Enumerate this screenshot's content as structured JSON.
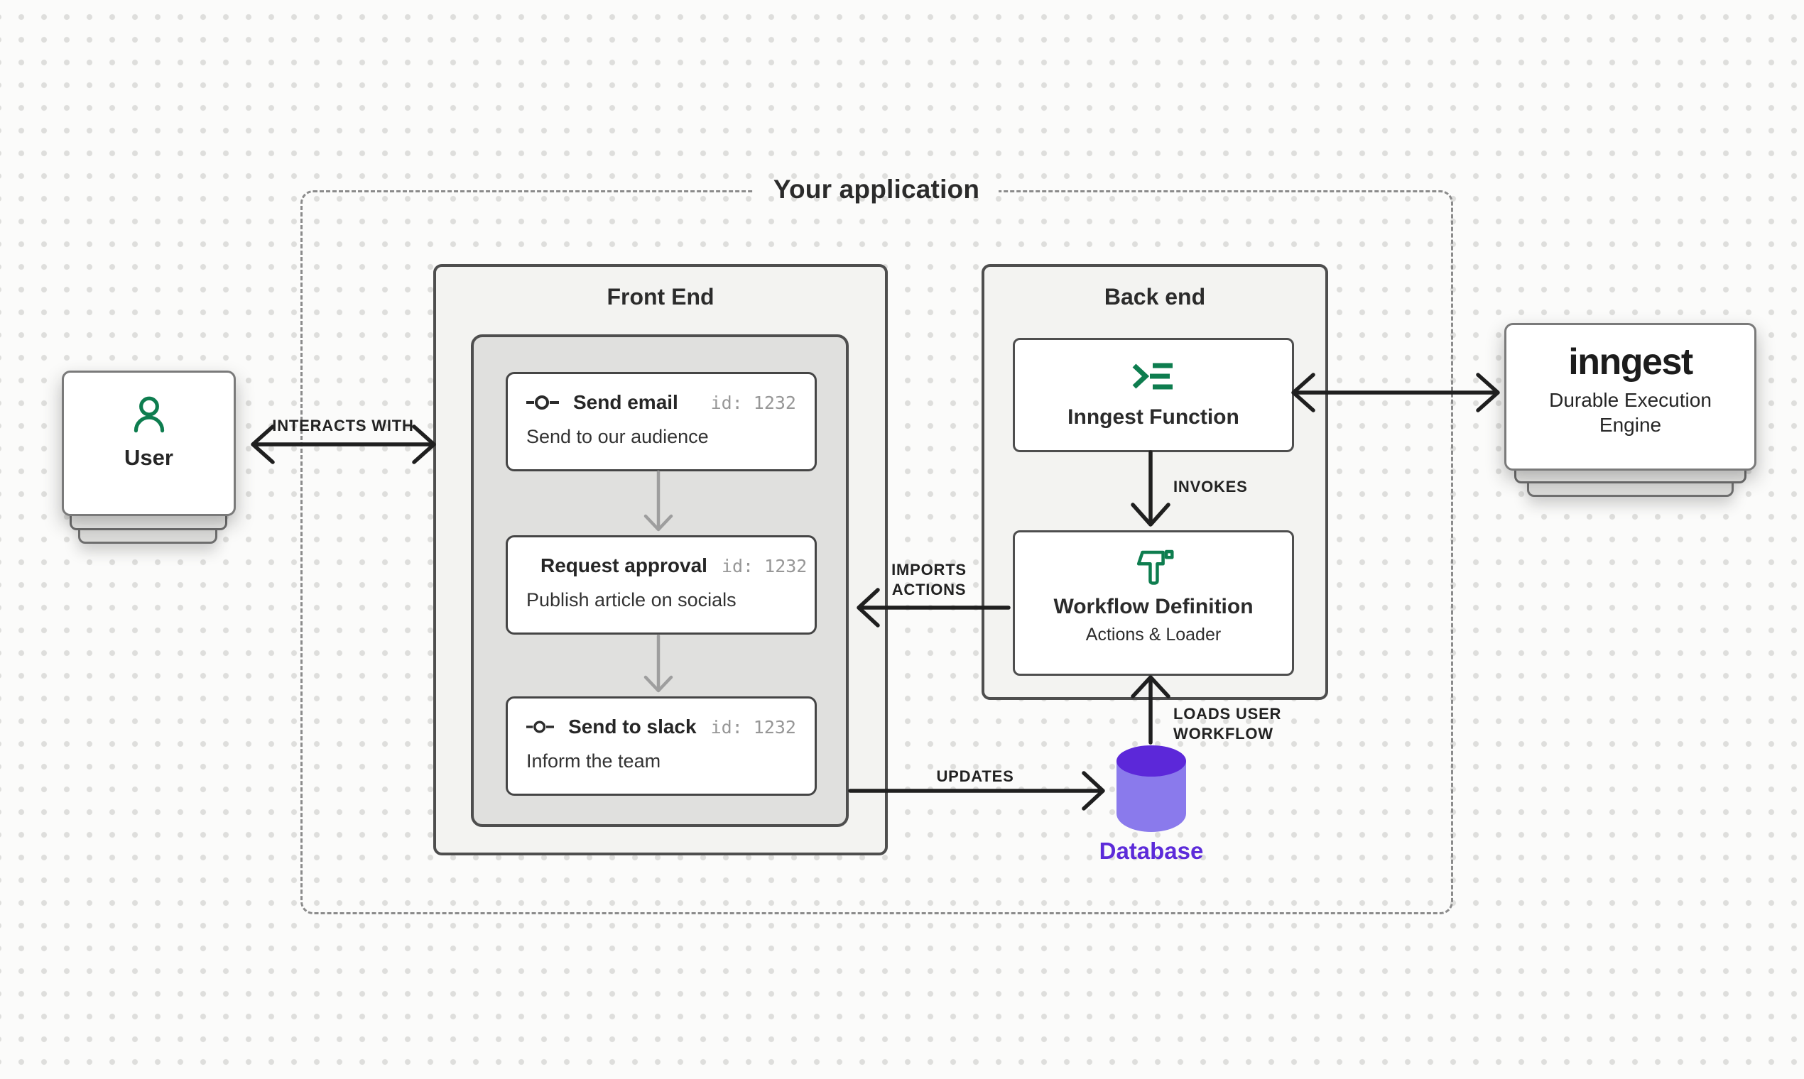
{
  "diagram": {
    "container_title": "Your application",
    "user": {
      "label": "User"
    },
    "frontend": {
      "title": "Front End",
      "cards": [
        {
          "title": "Send email",
          "id": "id: 1232",
          "description": "Send to our audience"
        },
        {
          "title": "Request approval",
          "id": "id: 1232",
          "description": "Publish article on socials"
        },
        {
          "title": "Send to slack",
          "id": "id: 1232",
          "description": "Inform the team"
        }
      ]
    },
    "backend": {
      "title": "Back end",
      "function_card": {
        "label": "Inngest Function"
      },
      "workflow_card": {
        "title": "Workflow Definition",
        "subtitle": "Actions & Loader"
      }
    },
    "inngest": {
      "wordmark": "inngest",
      "subtitle": "Durable Execution Engine"
    },
    "database": {
      "label": "Database"
    },
    "edges": {
      "interacts_with": "INTERACTS WITH",
      "invokes": "INVOKES",
      "imports_actions_line1": "IMPORTS",
      "imports_actions_line2": "ACTIONS",
      "updates": "UPDATES",
      "loads_user_workflow_line1": "LOADS USER",
      "loads_user_workflow_line2": "WORKFLOW"
    },
    "colors": {
      "accent_green": "#0e7d4f",
      "database_top": "#5c28d9",
      "database_body": "#8a7aec",
      "database_label": "#5c2bd9",
      "arrow_black": "#1f1f1f",
      "connector_gray": "#9e9e9e"
    }
  }
}
